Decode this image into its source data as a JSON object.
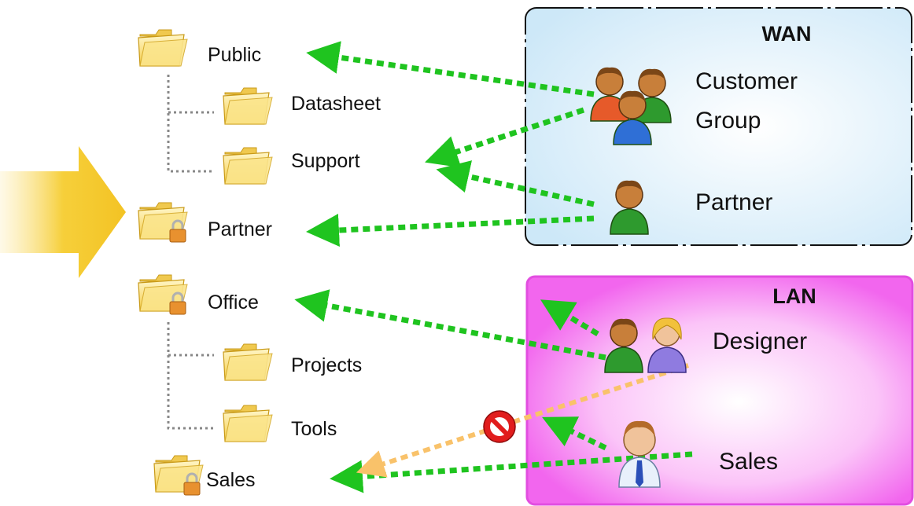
{
  "zones": {
    "wan": {
      "title": "WAN",
      "bg": "#dbeefa",
      "border": "#111111"
    },
    "lan": {
      "title": "LAN",
      "bg": "#f36af0",
      "border": "#e24ee0"
    }
  },
  "folders": {
    "public": "Public",
    "datasheet": "Datasheet",
    "support": "Support",
    "partner": "Partner",
    "office": "Office",
    "projects": "Projects",
    "tools": "Tools",
    "sales": "Sales"
  },
  "users": {
    "customer_group_line1": "Customer",
    "customer_group_line2": "Group",
    "partner": "Partner",
    "designer": "Designer",
    "sales": "Sales"
  },
  "colors": {
    "allow_arrow": "#1fc41f",
    "denied_arrow": "#f9c26a",
    "big_arrow": "#f5c92f",
    "folder": "#f7d66b",
    "lock": "#e8912f",
    "deny_icon": "#e11d1d"
  },
  "icons": {
    "folder": "folder-icon",
    "locked_folder": "locked-folder-icon",
    "group": "user-group-icon",
    "user": "user-icon",
    "deny": "no-entry-icon",
    "big_arrow": "pointer-arrow-icon"
  }
}
